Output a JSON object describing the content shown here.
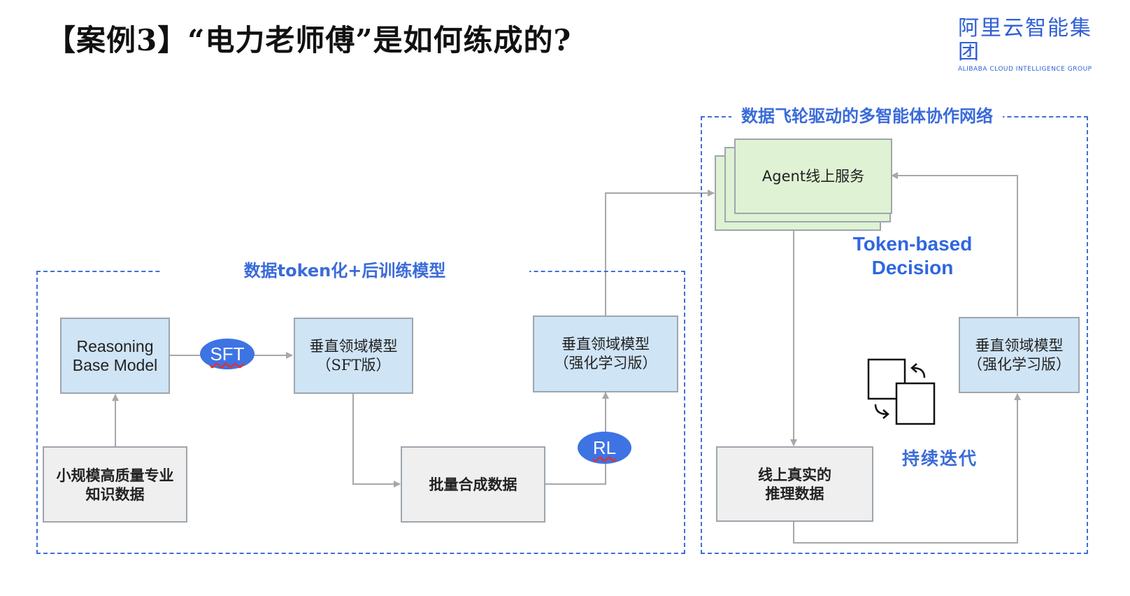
{
  "header": {
    "title": "【案例3】“电力老师傅”是如何练成的?",
    "logo_cn": "阿里云智能集团",
    "logo_en": "ALIBABA CLOUD INTELLIGENCE GROUP"
  },
  "colors": {
    "accent_blue": "#3a6bd9",
    "box_blue": "#cfe4f5",
    "box_gray": "#efefef",
    "box_green": "#dff2d3",
    "pill_blue": "#3e73e4"
  },
  "left_panel": {
    "label": "数据token化+后训练模型",
    "reasoning_model": "Reasoning\nBase Model",
    "small_data": "小规模高质量专业\n知识数据",
    "sft_pill": "SFT",
    "vertical_sft": "垂直领域模型\n（SFT版）",
    "batch_data": "批量合成数据",
    "rl_pill": "RL",
    "vertical_rl": "垂直领域模型\n（强化学习版）"
  },
  "right_panel": {
    "label": "数据飞轮驱动的多智能体协作网络",
    "agent_service": "Agent线上服务",
    "token_decision": "Token-based\nDecision",
    "online_data": "线上真实的\n推理数据",
    "vertical_rl": "垂直领域模型\n（强化学习版）",
    "iterate_label": "持续迭代",
    "iterate_icon": "cycle-copy-icon"
  }
}
